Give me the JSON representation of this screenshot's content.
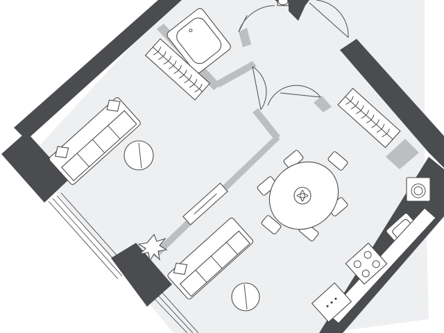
{
  "plan": {
    "floor_color": "#eeeff1",
    "wall_color": "#4b4c4f",
    "partition_color": "#bdbec1",
    "line_color": "#4a4a4a",
    "rooms": [
      "bathroom",
      "hallway",
      "living-room",
      "kitchen-dining"
    ],
    "icons": {
      "bathtub": "bathtub-icon",
      "toilet": "toilet-icon",
      "sofa_living": "sofa-icon",
      "sofa_kitchen": "sofa-icon",
      "wardrobe_bath": "wardrobe-icon",
      "wardrobe_kitchen": "wardrobe-icon",
      "dining_table": "dining-table-icon",
      "centerpiece": "flower-icon",
      "plant": "plant-icon",
      "coffee_table_living": "round-table-icon",
      "coffee_table_kitchen": "round-table-icon",
      "tv_unit": "tv-unit-icon",
      "washing_machine": "washing-machine-icon",
      "sink": "sink-icon",
      "stove": "stove-icon",
      "oven": "oven-icon"
    }
  }
}
